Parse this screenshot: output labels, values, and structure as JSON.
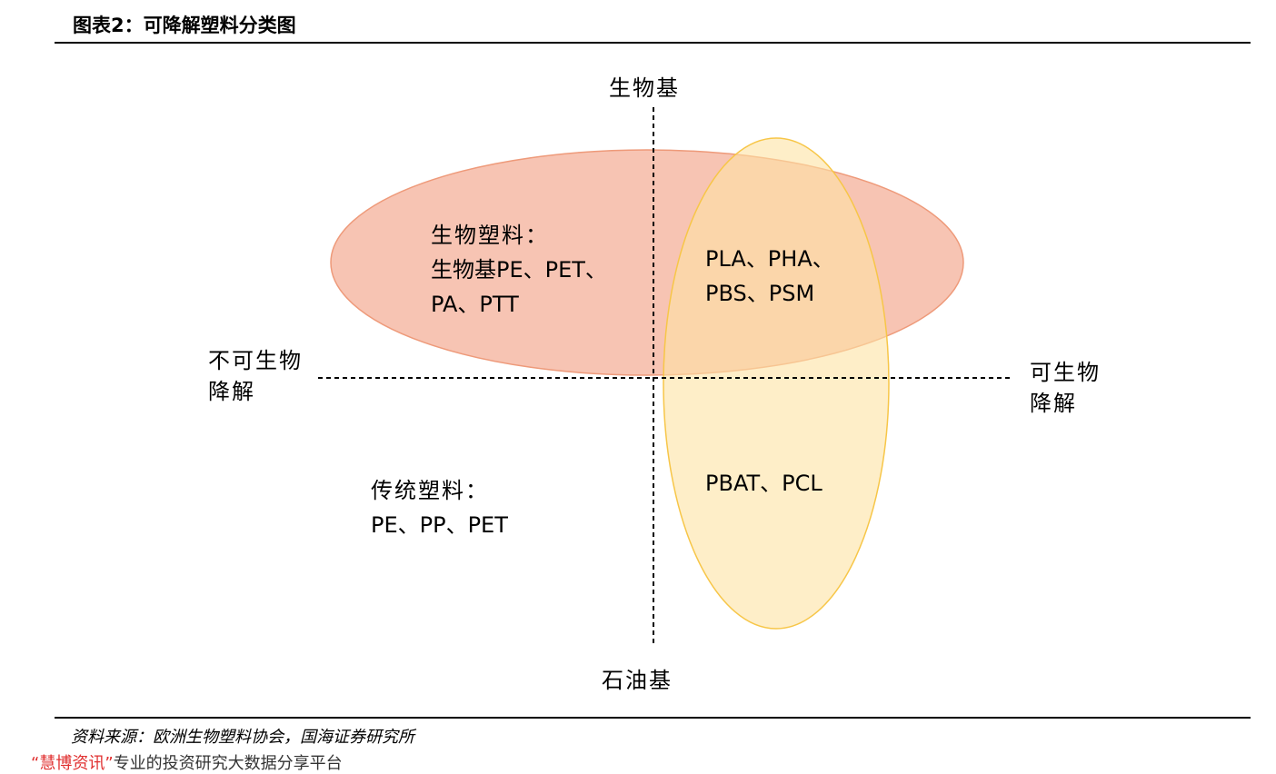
{
  "figure": {
    "title": "图表2：可降解塑料分类图",
    "source": "资料来源：欧洲生物塑料协会，国海证券研究所"
  },
  "axes": {
    "top": "生物基",
    "bottom": "石油基",
    "left_line1": "不可生物",
    "left_line2": "降解",
    "right_line1": "可生物",
    "right_line2": "降解"
  },
  "groups": {
    "bio_plastics": {
      "heading": "生物塑料：",
      "line2": "生物基PE、PET、",
      "line3": "PA、PTT"
    },
    "overlap_top": {
      "line1": "PLA、PHA、",
      "line2": "PBS、PSM"
    },
    "overlap_bottom": {
      "line1": "PBAT、PCL"
    },
    "traditional": {
      "heading": "传统塑料：",
      "line2": "PE、PP、PET"
    }
  },
  "colors": {
    "bio_ellipse_fill": "#f2a58a",
    "bio_ellipse_stroke": "#ee9a7a",
    "degradable_ellipse_fill": "#fde2a3",
    "degradable_ellipse_stroke": "#f7c648"
  },
  "watermark": {
    "brand": "“慧博资讯”",
    "text": "专业的投资研究大数据分享平台"
  }
}
